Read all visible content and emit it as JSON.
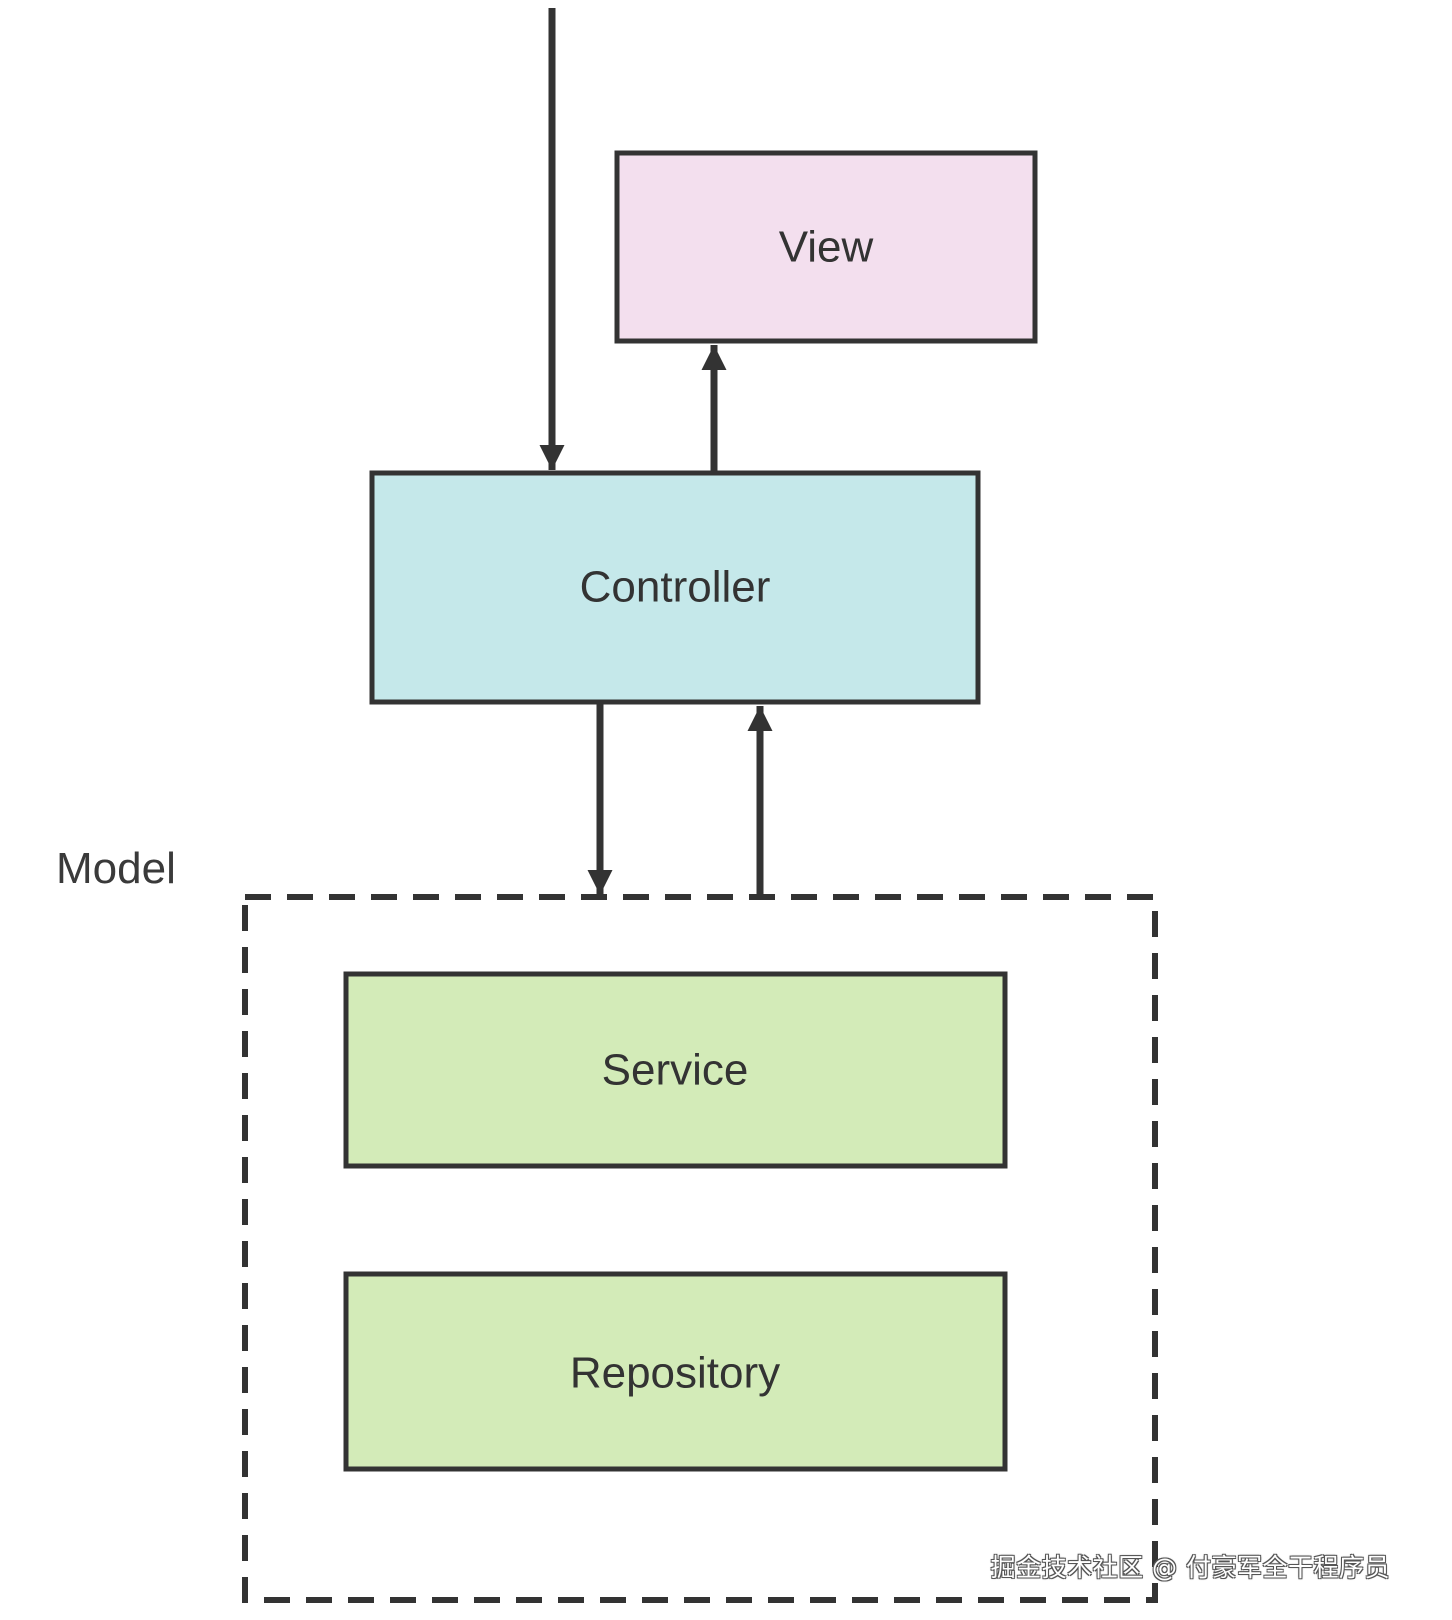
{
  "diagram": {
    "boxes": {
      "view": {
        "label": "View",
        "fill": "#f3dfee"
      },
      "controller": {
        "label": "Controller",
        "fill": "#c5e8ea"
      },
      "service": {
        "label": "Service",
        "fill": "#d3ebb8"
      },
      "repository": {
        "label": "Repository",
        "fill": "#d3ebb8"
      }
    },
    "group": {
      "label": "Model"
    },
    "stroke_color": "#333333"
  },
  "watermark": "掘金技术社区 @ 付豪军全干程序员"
}
